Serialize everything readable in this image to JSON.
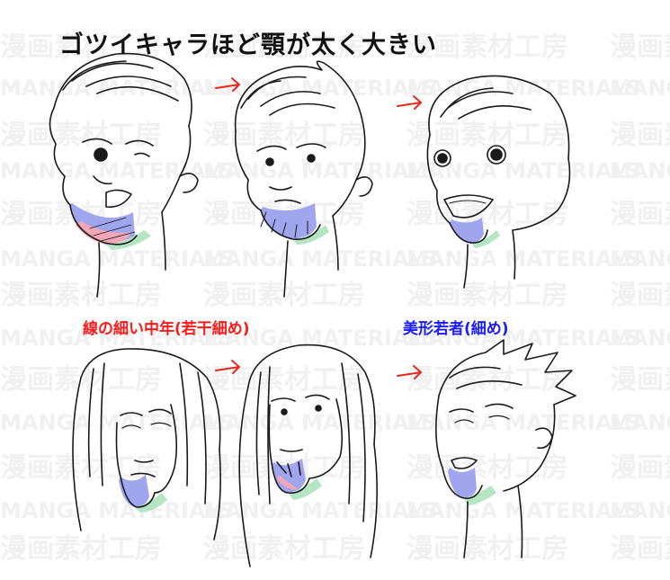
{
  "title": "ゴツイキャラほど顎が太く大きい",
  "captions": {
    "middle_aged": "線の細い中年(若干細め)",
    "young_man": "美形若者(細め)"
  },
  "watermark": {
    "jp": "漫画素材工房",
    "en": "MANGA MATERIALS"
  },
  "colors": {
    "caption_red": "#ff1a1a",
    "caption_blue": "#1a1aff",
    "arrow": "#e8281e",
    "jaw_blue": "#9fa6ee",
    "jaw_pink": "#f3a6b5",
    "neck_green": "#b4e6c4",
    "line": "#1a1a1a",
    "watermark": "#f1f1f1"
  },
  "panels": [
    {
      "id": "brute",
      "jaw": "large"
    },
    {
      "id": "bearded",
      "jaw": "large"
    },
    {
      "id": "grin",
      "jaw": "medium"
    },
    {
      "id": "long-hair",
      "jaw": "small"
    },
    {
      "id": "long-hair-goatee",
      "jaw": "medium"
    },
    {
      "id": "spiky-young",
      "jaw": "small"
    }
  ],
  "arrows": [
    "arrow",
    "arrow",
    "arrow",
    "arrow"
  ]
}
